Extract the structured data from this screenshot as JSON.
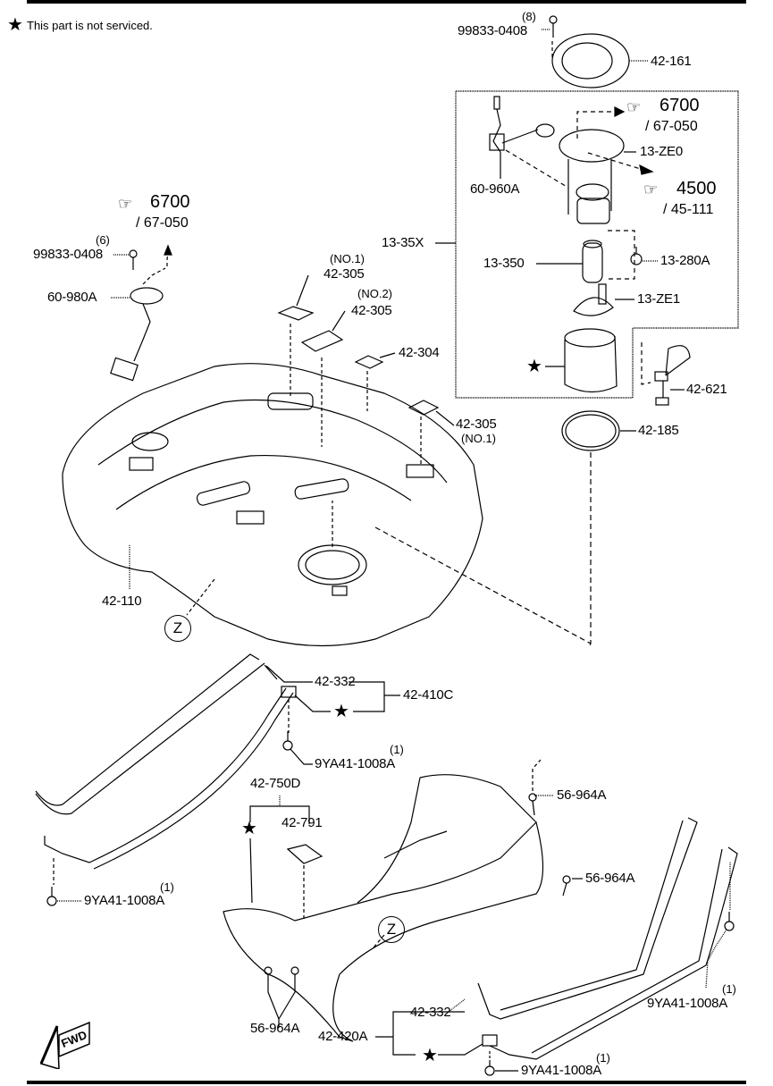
{
  "legend": {
    "star_icon": "★",
    "note": "This part is not serviced."
  },
  "references": [
    {
      "id": "ref-6700-left",
      "section": "6700",
      "subsection": "/ 67-050"
    },
    {
      "id": "ref-6700-right",
      "section": "6700",
      "subsection": "/ 67-050"
    },
    {
      "id": "ref-4500",
      "section": "4500",
      "subsection": "/ 45-111"
    }
  ],
  "parts": {
    "p99833_top": {
      "number": "99833-0408",
      "qty": "(8)"
    },
    "p42_161": {
      "number": "42-161"
    },
    "p13_ze0": {
      "number": "13-ZE0"
    },
    "p60_960a": {
      "number": "60-960A"
    },
    "p13_35x": {
      "number": "13-35X"
    },
    "p13_350": {
      "number": "13-350"
    },
    "p13_280a": {
      "number": "13-280A"
    },
    "p13_ze1": {
      "number": "13-ZE1"
    },
    "p42_621": {
      "number": "42-621"
    },
    "p42_185": {
      "number": "42-185"
    },
    "p99833_left": {
      "number": "99833-0408",
      "qty": "(6)"
    },
    "p60_980a": {
      "number": "60-980A"
    },
    "p42_305_no1a": {
      "number": "42-305",
      "variant": "(NO.1)"
    },
    "p42_305_no2": {
      "number": "42-305",
      "variant": "(NO.2)"
    },
    "p42_304": {
      "number": "42-304"
    },
    "p42_305_no1b": {
      "number": "42-305",
      "variant": "(NO.1)"
    },
    "p42_110": {
      "number": "42-110"
    },
    "p42_332_top": {
      "number": "42-332"
    },
    "p42_410c": {
      "number": "42-410C"
    },
    "p9ya41_a": {
      "number": "9YA41-1008A",
      "qty": "(1)"
    },
    "p42_750d": {
      "number": "42-750D"
    },
    "p42_791": {
      "number": "42-791"
    },
    "p56_964a_a": {
      "number": "56-964A"
    },
    "p56_964a_b": {
      "number": "56-964A"
    },
    "p9ya41_b": {
      "number": "9YA41-1008A",
      "qty": "(1)"
    },
    "p9ya41_c": {
      "number": "9YA41-1008A",
      "qty": "(1)"
    },
    "p56_964a_c": {
      "number": "56-964A"
    },
    "p42_420a": {
      "number": "42-420A"
    },
    "p42_332_bottom": {
      "number": "42-332"
    },
    "p9ya41_d": {
      "number": "9YA41-1008A",
      "qty": "(1)"
    }
  },
  "callouts": {
    "z_top": "Z",
    "z_bottom": "Z"
  },
  "fwd_label": "FWD"
}
